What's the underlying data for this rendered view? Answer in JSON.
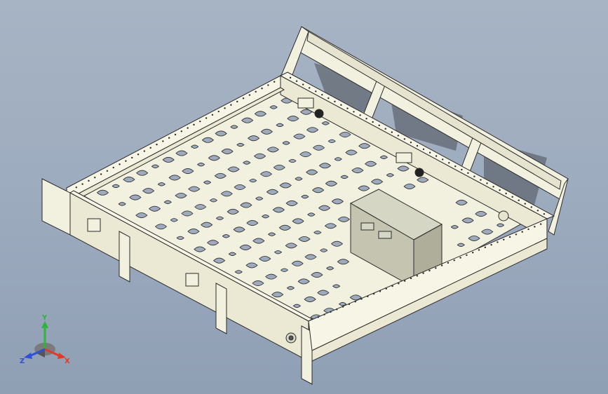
{
  "viewport": {
    "background_top": "#a7b4c4",
    "background_bottom": "#8f9fb4"
  },
  "model": {
    "part_color": "#f2f1df",
    "edge_color": "#2b2b2b",
    "battery_color": "#c4c4b0",
    "shadow_color": "#4a4e56"
  },
  "triad": {
    "y_label": "Y",
    "x_label": "X",
    "z_label": "Z",
    "y_color": "#2fb53a",
    "x_color": "#e03a2a",
    "z_color": "#2f4fd8"
  }
}
